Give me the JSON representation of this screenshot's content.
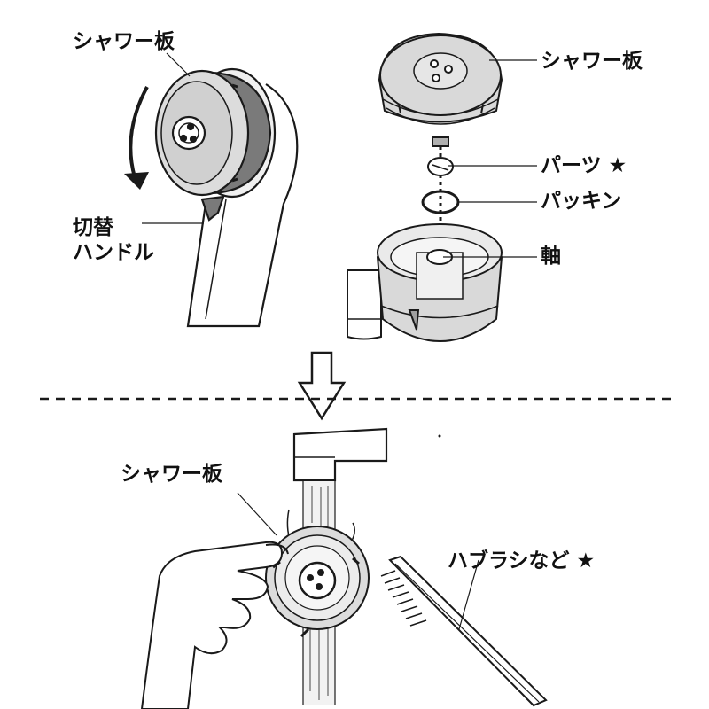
{
  "labels": {
    "top_left_plate": "シャワー板",
    "switch_handle_line1": "切替",
    "switch_handle_line2": "ハンドル",
    "top_right_plate": "シャワー板",
    "parts": "パーツ ★",
    "packing": "パッキン",
    "shaft": "軸",
    "bottom_plate": "シャワー板",
    "brush": "ハブラシなど ★"
  },
  "colors": {
    "line": "#1a1a1a",
    "body_gray": "#d9d9d9",
    "ring_dark": "#7a7a7a",
    "ring_mid": "#a8a8a8",
    "water": "#cfcfcf"
  }
}
